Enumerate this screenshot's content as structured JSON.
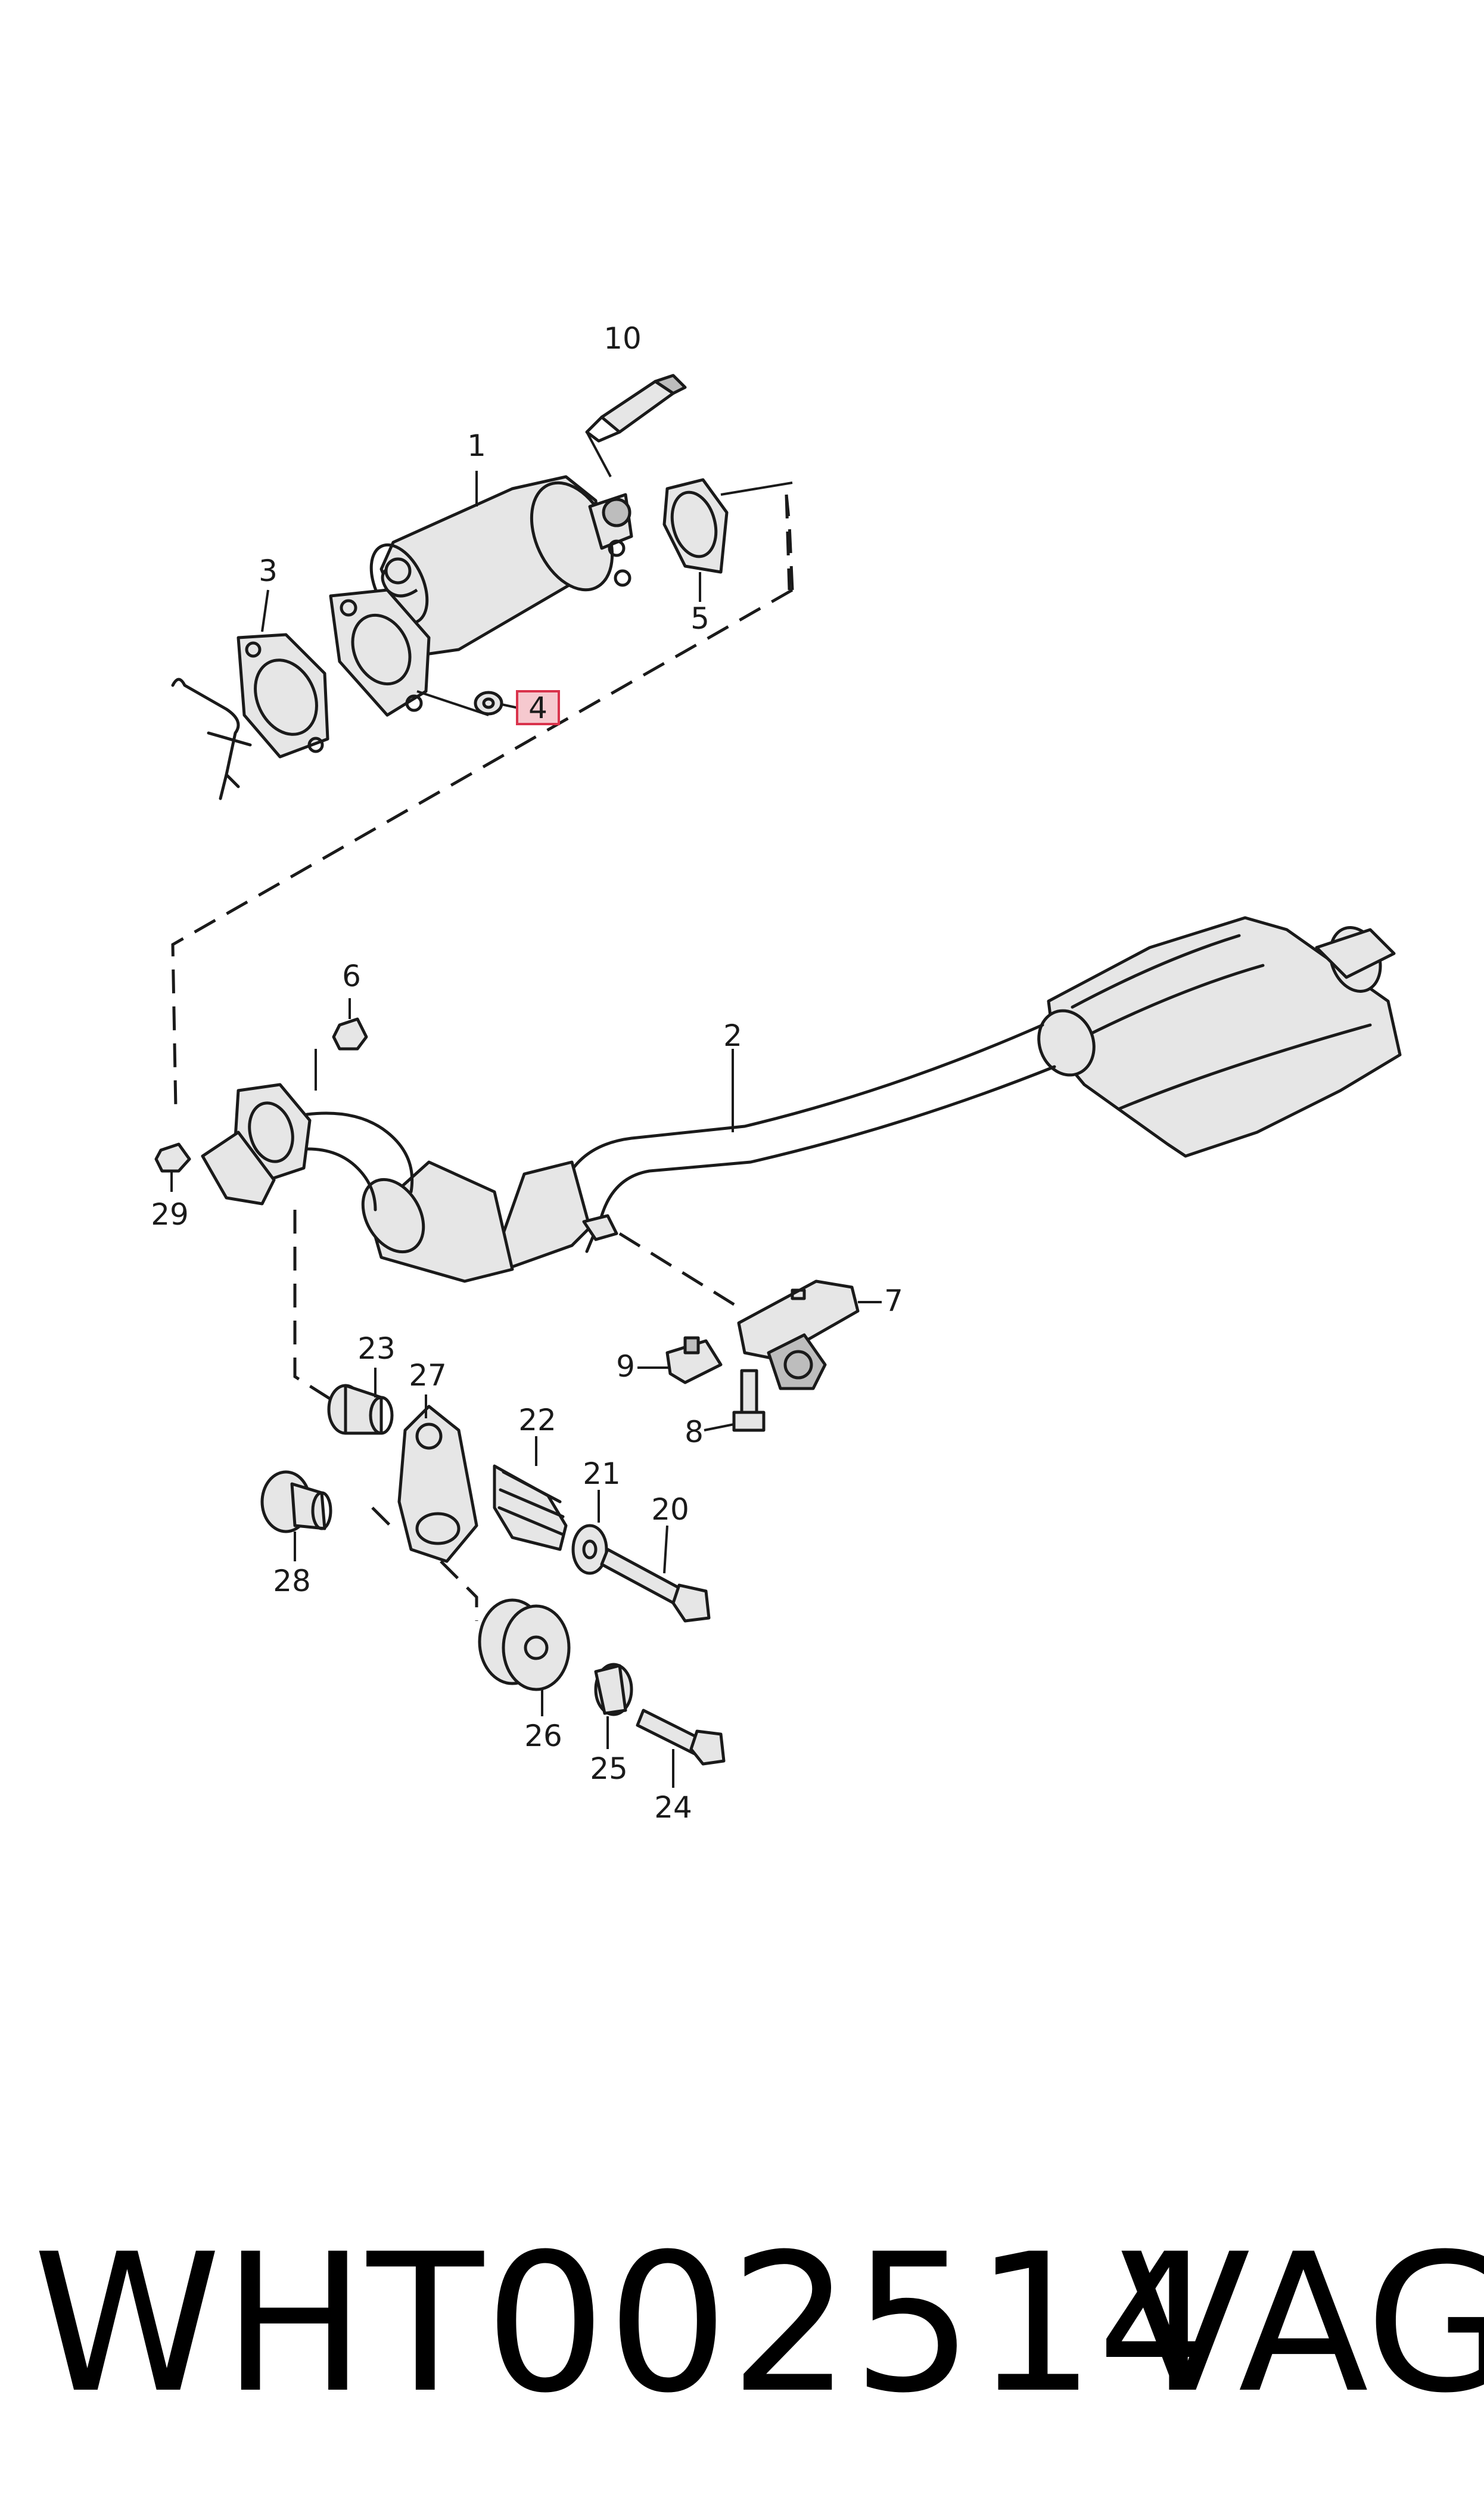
{
  "callouts": {
    "c1": "1",
    "c2": "2",
    "c3": "3",
    "c4": "4",
    "c5": "5",
    "c6": "6",
    "c7": "7",
    "c8": "8",
    "c9": "9",
    "c10": "10",
    "c20": "20",
    "c21": "21",
    "c22": "22",
    "c23": "23",
    "c24": "24",
    "c25": "25",
    "c26": "26",
    "c27": "27",
    "c28": "28",
    "c29": "29"
  },
  "highlighted_callout": "4",
  "caption": {
    "part_number": "WHT002514",
    "brand": "VAG"
  },
  "colors": {
    "highlight_fill": "#f6c9cf",
    "highlight_stroke": "#d9334c",
    "line": "#1a1a1a"
  }
}
